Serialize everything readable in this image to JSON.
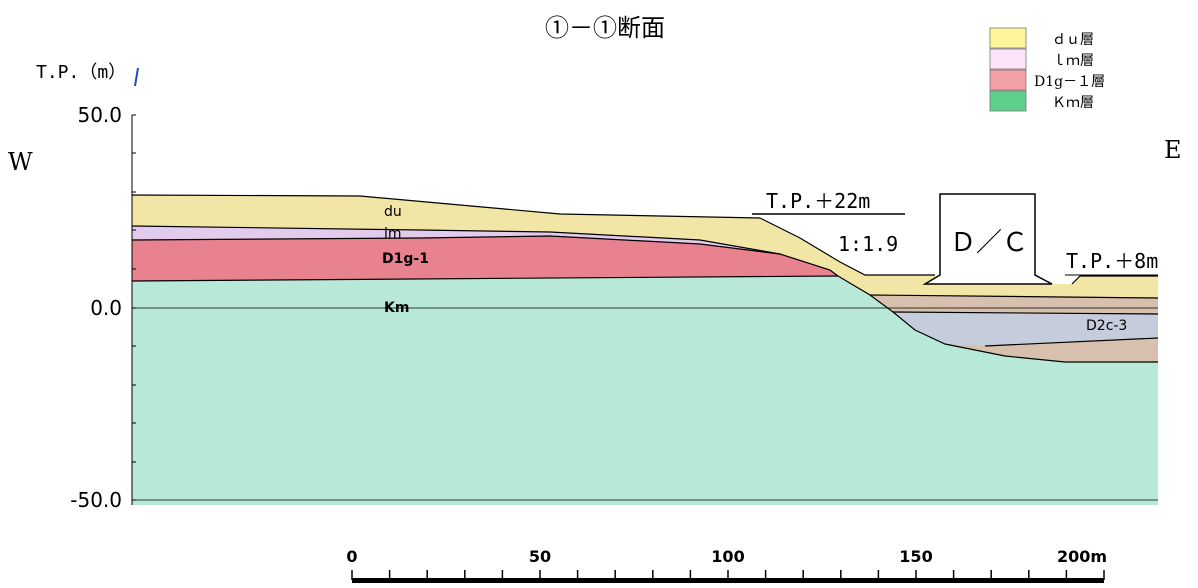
{
  "title": "①－①断面",
  "direction": {
    "west": "W",
    "east": "E"
  },
  "axis": {
    "unit": "T.P.（m）",
    "ticks": [
      {
        "value": 50,
        "label": "50.0"
      },
      {
        "value": 0,
        "label": "0.0"
      },
      {
        "value": -50,
        "label": "-50.0"
      }
    ]
  },
  "layers": [
    {
      "key": "du",
      "label": "du",
      "legend": "ｄｕ層",
      "color": "#f2e6a6"
    },
    {
      "key": "lm",
      "label": "lm",
      "legend": "ｌｍ層",
      "color": "#e3cbee"
    },
    {
      "key": "d1g",
      "label": "D1g-1",
      "legend": "D1g－１層",
      "color": "#e8828f"
    },
    {
      "key": "km",
      "label": "Km",
      "legend": "Ｋｍ層",
      "color": "#b8e8d8"
    },
    {
      "key": "d2c",
      "label": "D2c-3",
      "legend": "",
      "color": "#c5cddd"
    }
  ],
  "annotations": {
    "crest_level": "T.P.＋22m",
    "slope_ratio": "1:1.9",
    "structure": "Ｄ／Ｃ",
    "toe_level": "T.P.＋8m"
  },
  "scale_bar": {
    "labels": [
      "0",
      "50",
      "100",
      "150",
      "200m"
    ]
  },
  "colors": {
    "tan_layer": "#d8c0ae",
    "line": "#000000"
  }
}
